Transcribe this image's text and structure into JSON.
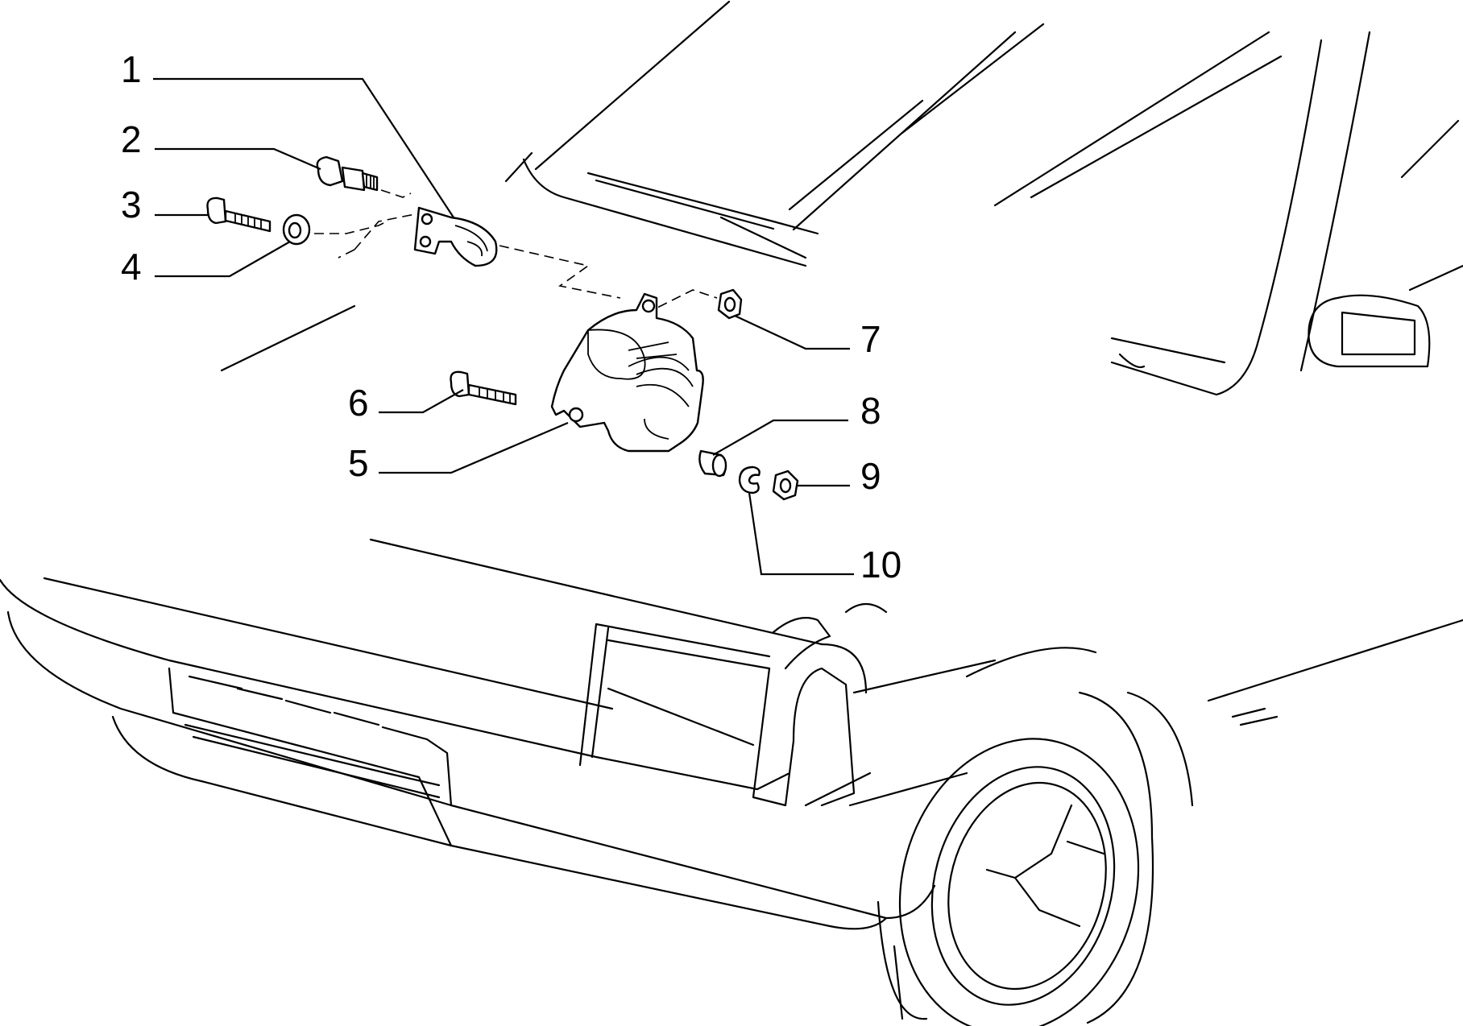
{
  "callouts": [
    {
      "id": "1",
      "label": "1",
      "part": "alternator-bracket"
    },
    {
      "id": "2",
      "label": "2",
      "part": "stud-bolt"
    },
    {
      "id": "3",
      "label": "3",
      "part": "screw"
    },
    {
      "id": "4",
      "label": "4",
      "part": "washer"
    },
    {
      "id": "5",
      "label": "5",
      "part": "alternator"
    },
    {
      "id": "6",
      "label": "6",
      "part": "screw"
    },
    {
      "id": "7",
      "label": "7",
      "part": "nut"
    },
    {
      "id": "8",
      "label": "8",
      "part": "spacer"
    },
    {
      "id": "9",
      "label": "9",
      "part": "nut"
    },
    {
      "id": "10",
      "label": "10",
      "part": "spring-washer"
    }
  ],
  "colors": {
    "line": "#000000",
    "background": "#ffffff"
  }
}
